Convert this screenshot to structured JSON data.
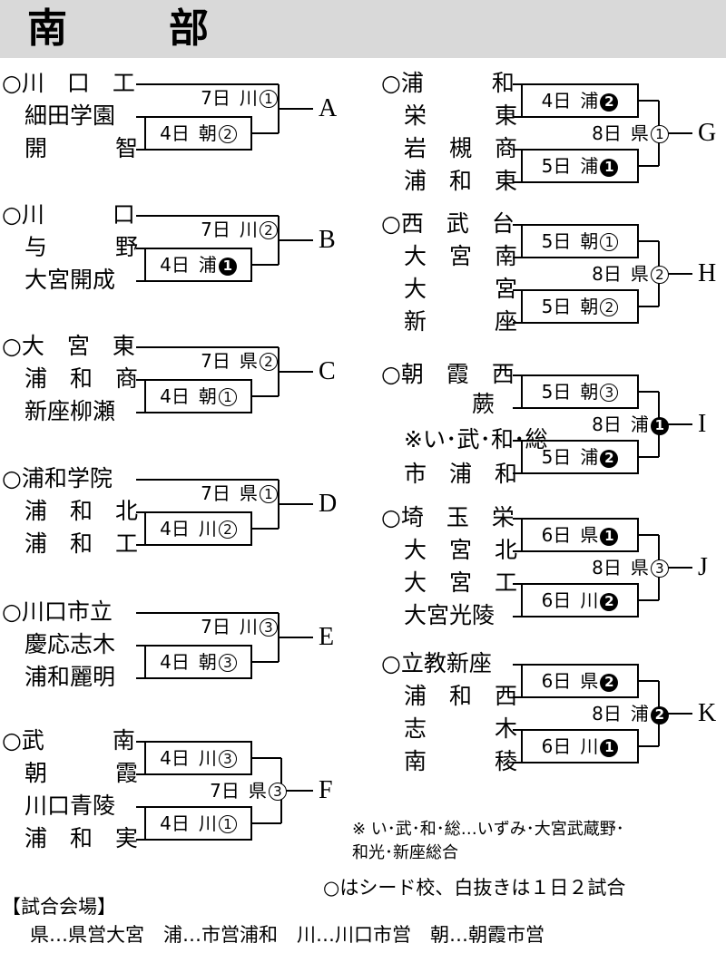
{
  "title": "南　部",
  "groups": [
    {
      "letter": "A",
      "teams": [
        {
          "seed": true,
          "name": "川　口　工"
        },
        {
          "seed": false,
          "name": "細田学園"
        },
        {
          "seed": false,
          "name": "開　　　智"
        }
      ],
      "matches": [
        {
          "day": "7日",
          "venue": "川",
          "num": "1",
          "style": "white"
        },
        {
          "day": "4日",
          "venue": "朝",
          "num": "2",
          "style": "white"
        }
      ]
    },
    {
      "letter": "B",
      "teams": [
        {
          "seed": true,
          "name": "川　　　口"
        },
        {
          "seed": false,
          "name": "与　　　野"
        },
        {
          "seed": false,
          "name": "大宮開成"
        }
      ],
      "matches": [
        {
          "day": "7日",
          "venue": "川",
          "num": "2",
          "style": "white"
        },
        {
          "day": "4日",
          "venue": "浦",
          "num": "1",
          "style": "black"
        }
      ]
    },
    {
      "letter": "C",
      "teams": [
        {
          "seed": true,
          "name": "大　宮　東"
        },
        {
          "seed": false,
          "name": "浦　和　商"
        },
        {
          "seed": false,
          "name": "新座柳瀬"
        }
      ],
      "matches": [
        {
          "day": "7日",
          "venue": "県",
          "num": "2",
          "style": "white"
        },
        {
          "day": "4日",
          "venue": "朝",
          "num": "1",
          "style": "white"
        }
      ]
    },
    {
      "letter": "D",
      "teams": [
        {
          "seed": true,
          "name": "浦和学院"
        },
        {
          "seed": false,
          "name": "浦　和　北"
        },
        {
          "seed": false,
          "name": "浦　和　工"
        }
      ],
      "matches": [
        {
          "day": "7日",
          "venue": "県",
          "num": "1",
          "style": "white"
        },
        {
          "day": "4日",
          "venue": "川",
          "num": "2",
          "style": "white"
        }
      ]
    },
    {
      "letter": "E",
      "teams": [
        {
          "seed": true,
          "name": "川口市立"
        },
        {
          "seed": false,
          "name": "慶応志木"
        },
        {
          "seed": false,
          "name": "浦和麗明"
        }
      ],
      "matches": [
        {
          "day": "7日",
          "venue": "川",
          "num": "3",
          "style": "white"
        },
        {
          "day": "4日",
          "venue": "朝",
          "num": "3",
          "style": "white"
        }
      ]
    },
    {
      "letter": "F",
      "teams": [
        {
          "seed": true,
          "name": "武　　　南"
        },
        {
          "seed": false,
          "name": "朝　　　霞"
        },
        {
          "seed": false,
          "name": "川口青陵"
        },
        {
          "seed": false,
          "name": "浦　和　実"
        }
      ],
      "matches": [
        {
          "day": "4日",
          "venue": "川",
          "num": "3",
          "style": "white"
        },
        {
          "day": "4日",
          "venue": "川",
          "num": "1",
          "style": "white"
        },
        {
          "day": "7日",
          "venue": "県",
          "num": "3",
          "style": "white"
        }
      ]
    },
    {
      "letter": "G",
      "teams": [
        {
          "seed": true,
          "name": "浦　　　和"
        },
        {
          "seed": false,
          "name": "栄　　　東"
        },
        {
          "seed": false,
          "name": "岩　槻　商"
        },
        {
          "seed": false,
          "name": "浦　和　東"
        }
      ],
      "matches": [
        {
          "day": "4日",
          "venue": "浦",
          "num": "2",
          "style": "black"
        },
        {
          "day": "5日",
          "venue": "浦",
          "num": "1",
          "style": "black"
        },
        {
          "day": "8日",
          "venue": "県",
          "num": "1",
          "style": "white"
        }
      ]
    },
    {
      "letter": "H",
      "teams": [
        {
          "seed": true,
          "name": "西　武　台"
        },
        {
          "seed": false,
          "name": "大　宮　南"
        },
        {
          "seed": false,
          "name": "大　　　宮"
        },
        {
          "seed": false,
          "name": "新　　　座"
        }
      ],
      "matches": [
        {
          "day": "5日",
          "venue": "朝",
          "num": "1",
          "style": "white"
        },
        {
          "day": "5日",
          "venue": "朝",
          "num": "2",
          "style": "white"
        },
        {
          "day": "8日",
          "venue": "県",
          "num": "2",
          "style": "white"
        }
      ]
    },
    {
      "letter": "I",
      "teams": [
        {
          "seed": true,
          "name": "朝　霞　西"
        },
        {
          "seed": false,
          "name": "　　　蕨"
        },
        {
          "seed": false,
          "name": "※い･武･和･総"
        },
        {
          "seed": false,
          "name": "市　浦　和"
        }
      ],
      "matches": [
        {
          "day": "5日",
          "venue": "朝",
          "num": "3",
          "style": "white"
        },
        {
          "day": "5日",
          "venue": "浦",
          "num": "2",
          "style": "black"
        },
        {
          "day": "8日",
          "venue": "浦",
          "num": "1",
          "style": "black"
        }
      ]
    },
    {
      "letter": "J",
      "teams": [
        {
          "seed": true,
          "name": "埼　玉　栄"
        },
        {
          "seed": false,
          "name": "大　宮　北"
        },
        {
          "seed": false,
          "name": "大　宮　工"
        },
        {
          "seed": false,
          "name": "大宮光陵"
        }
      ],
      "matches": [
        {
          "day": "6日",
          "venue": "県",
          "num": "1",
          "style": "black"
        },
        {
          "day": "6日",
          "venue": "川",
          "num": "2",
          "style": "black"
        },
        {
          "day": "8日",
          "venue": "県",
          "num": "3",
          "style": "white"
        }
      ]
    },
    {
      "letter": "K",
      "teams": [
        {
          "seed": true,
          "name": "立教新座"
        },
        {
          "seed": false,
          "name": "浦　和　西"
        },
        {
          "seed": false,
          "name": "志　　　木"
        },
        {
          "seed": false,
          "name": "南　　　稜"
        }
      ],
      "matches": [
        {
          "day": "6日",
          "venue": "県",
          "num": "2",
          "style": "black"
        },
        {
          "day": "6日",
          "venue": "川",
          "num": "1",
          "style": "black"
        },
        {
          "day": "8日",
          "venue": "浦",
          "num": "2",
          "style": "black"
        }
      ]
    }
  ],
  "seed_mark": "○",
  "footnote_lines": [
    "※ い･武･和･総…いずみ･大宮武蔵野･",
    "和光･新座総合"
  ],
  "legend": "○はシード校、白抜きは１日２試合",
  "venue_heading": "【試合会場】",
  "venue_list": "　県…県営大宮　浦…市営浦和　川…川口市営　朝…朝霞市営"
}
